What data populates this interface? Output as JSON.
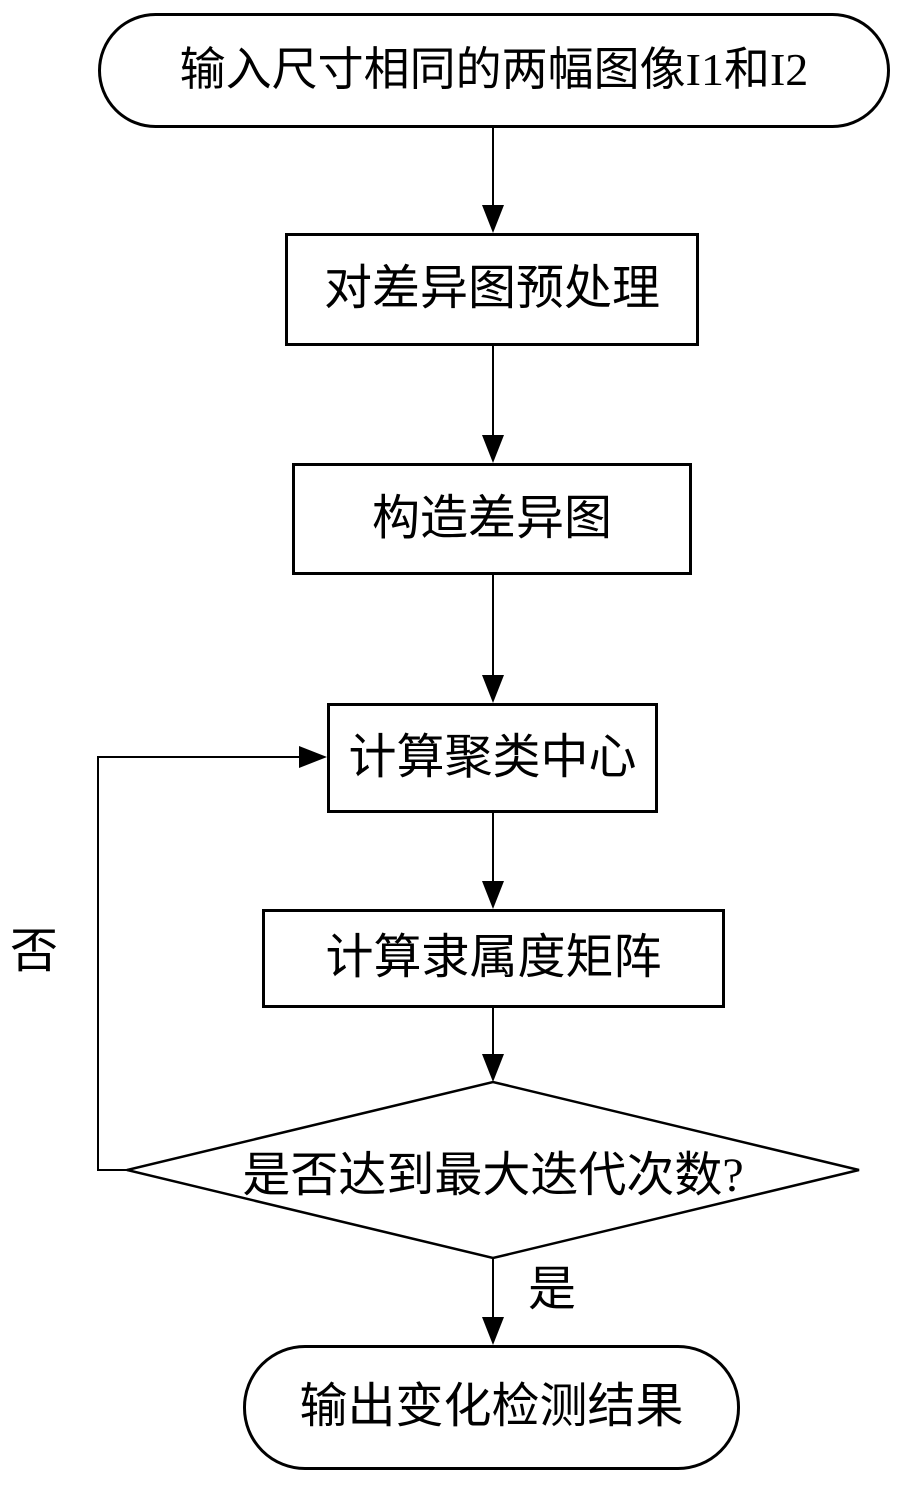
{
  "diagram": {
    "type": "flowchart",
    "background_color": "#ffffff",
    "stroke_color": "#000000",
    "nodes": {
      "start": {
        "shape": "terminator",
        "label": "输入尺寸相同的两幅图像I1和I2"
      },
      "preprocess": {
        "shape": "process",
        "label": "对差异图预处理"
      },
      "construct": {
        "shape": "process",
        "label": "构造差异图"
      },
      "cluster_center": {
        "shape": "process",
        "label": "计算聚类中心"
      },
      "membership": {
        "shape": "process",
        "label": "计算隶属度矩阵"
      },
      "decision": {
        "shape": "decision",
        "label": "是否达到最大迭代次数?"
      },
      "output": {
        "shape": "terminator",
        "label": "输出变化检测结果"
      }
    },
    "edges": [
      {
        "from": "start",
        "to": "preprocess",
        "label": ""
      },
      {
        "from": "preprocess",
        "to": "construct",
        "label": ""
      },
      {
        "from": "construct",
        "to": "cluster_center",
        "label": ""
      },
      {
        "from": "cluster_center",
        "to": "membership",
        "label": ""
      },
      {
        "from": "membership",
        "to": "decision",
        "label": ""
      },
      {
        "from": "decision",
        "to": "output",
        "label": "是"
      },
      {
        "from": "decision",
        "to": "cluster_center",
        "label": "否"
      }
    ]
  }
}
